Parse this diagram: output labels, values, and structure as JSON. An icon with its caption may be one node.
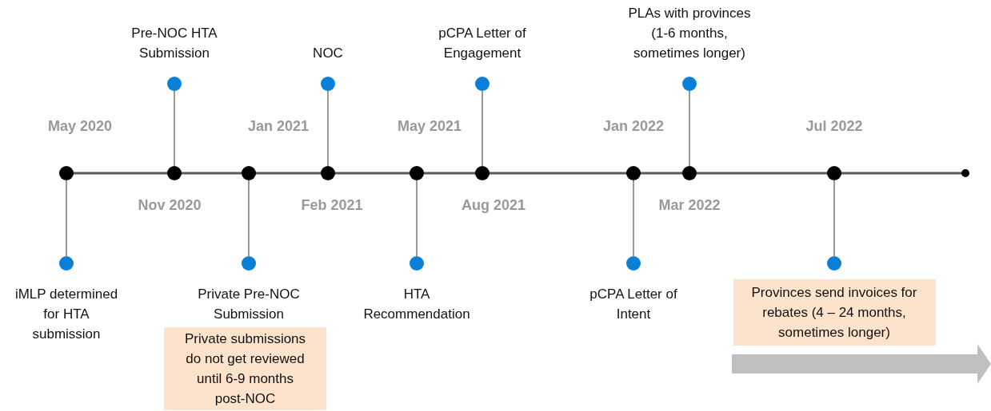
{
  "diagram": {
    "nodes": [
      {
        "text": [],
        "shape": "circle"
      },
      {
        "text": [],
        "shape": "circle"
      },
      {
        "text": [],
        "shape": "circle"
      },
      {
        "text": [],
        "shape": "circle"
      },
      {
        "text": [],
        "shape": "circle"
      },
      {
        "text": [],
        "shape": "circle"
      },
      {
        "text": [],
        "shape": "circle"
      },
      {
        "text": [],
        "shape": "circle"
      },
      {
        "text": [],
        "shape": "circle"
      },
      {
        "text": [
          "iMLP determined for HTA submission"
        ]
      },
      {
        "text": [
          "Pre-NOC HTA Submission"
        ]
      },
      {
        "text": [
          "Private Pre-NOC Submission"
        ]
      },
      {
        "text": [
          "Private submissions do not get reviewed until 6-9 months post-NOC"
        ]
      },
      {
        "text": [
          "NOC"
        ]
      },
      {
        "text": [
          "HTA Recommendation"
        ]
      },
      {
        "text": [
          "pCPA Letter of Engagement"
        ]
      },
      {
        "text": [
          "pCPA Letter of Intent"
        ]
      },
      {
        "text": [
          "PLAs with provinces (1-6 months, sometimes longer)"
        ]
      },
      {
        "text": [
          "Provinces send invoices for rebates (4 – 24 months, sometimes longer)"
        ]
      }
    ],
    "edges": [
      {
        "from": 0,
        "to": 9,
        "arrow": "none"
      },
      {
        "from": 1,
        "to": 10,
        "arrow": "none"
      },
      {
        "from": 2,
        "to": 11,
        "arrow": "none"
      },
      {
        "from": 3,
        "to": 13,
        "arrow": "none"
      },
      {
        "from": 4,
        "to": 14,
        "arrow": "none"
      },
      {
        "from": 5,
        "to": 15,
        "arrow": "none"
      },
      {
        "from": 6,
        "to": 16,
        "arrow": "none"
      },
      {
        "from": 7,
        "to": 17,
        "arrow": "none"
      },
      {
        "from": 8,
        "to": 18,
        "arrow": "none"
      }
    ],
    "labels": [
      "May 2020",
      "Nov 2020",
      "Jan 2021",
      "Feb 2021",
      "May 2021",
      "Aug 2021",
      "Jan 2022",
      "Mar 2022",
      "Jul 2022"
    ]
  }
}
